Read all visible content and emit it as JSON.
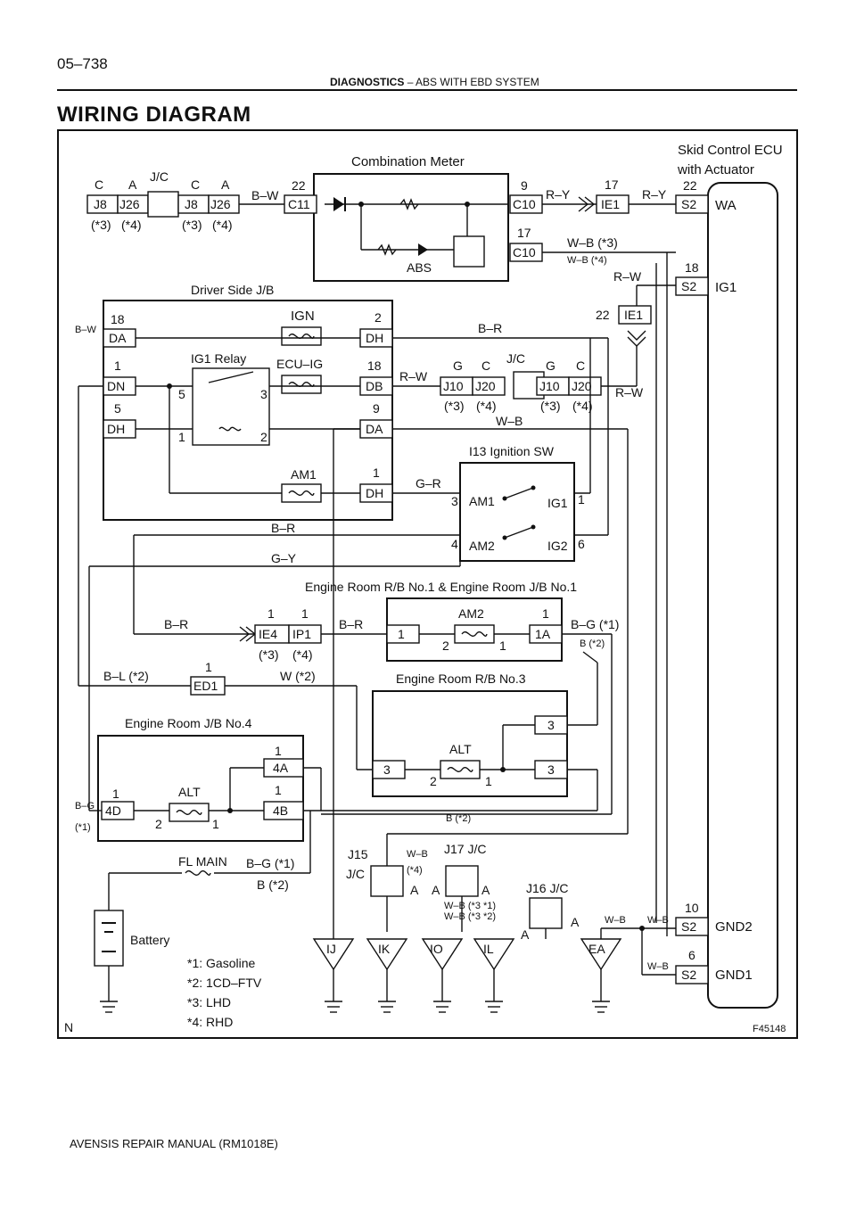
{
  "header": {
    "page_number": "05–738",
    "section": "DIAGNOSTICS",
    "separator": "–",
    "subsection": "ABS WITH EBD SYSTEM"
  },
  "title": "WIRING DIAGRAM",
  "figure_id": "F45148",
  "corner_mark": "N",
  "footer": "AVENSIS REPAIR MANUAL   (RM1018E)",
  "labels": {
    "combination_meter": "Combination Meter",
    "skid_ecu": "Skid Control ECU",
    "with_actuator": "with Actuator",
    "driver_jb": "Driver Side J/B",
    "ig1_relay": "IG1 Relay",
    "ign": "IGN",
    "ecu_ig": "ECU–IG",
    "am1_fuse": "AM1",
    "ignition_sw": "I13 Ignition SW",
    "er_rb1": "Engine Room R/B No.1 & Engine Room J/B No.1",
    "am2_fuse": "AM2",
    "er_rb3": "Engine Room R/B No.3",
    "alt": "ALT",
    "er_jb4": "Engine Room J/B No.4",
    "fl_main": "FL MAIN",
    "battery": "Battery",
    "abs": "ABS",
    "jc": "J/C",
    "j15": "J15",
    "j17": "J17 J/C",
    "j16": "J16 J/C"
  },
  "notes": [
    "*1: Gasoline",
    "*2: 1CD–FTV",
    "*3: LHD",
    "*4: RHD"
  ],
  "ecu_pins": [
    "WA",
    "IG1",
    "GND2",
    "GND1"
  ],
  "ground_points": [
    "IJ",
    "IK",
    "IO",
    "IL",
    "EA"
  ]
}
